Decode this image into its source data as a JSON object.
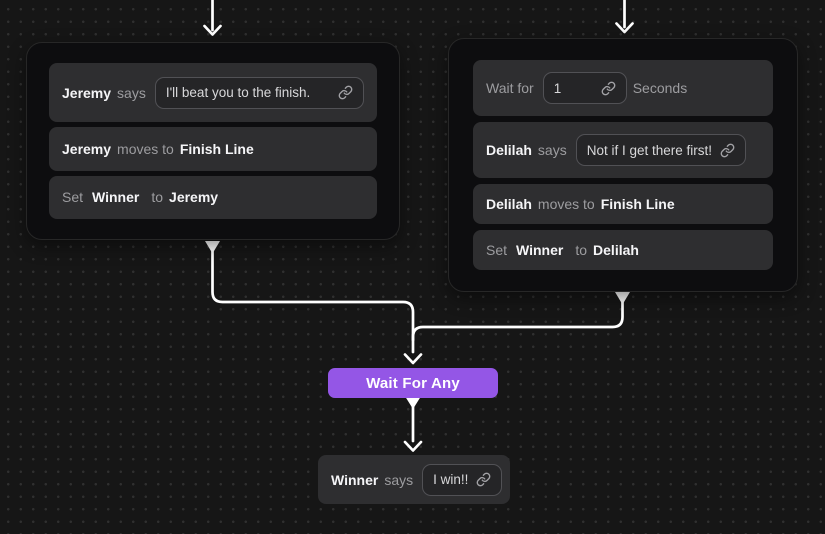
{
  "colors": {
    "accent_purple": "#9456e6",
    "wire": "#ffffff",
    "canvas_bg": "#161616",
    "block_bg": "#0d0d0f",
    "row_bg": "#2e2e30"
  },
  "left_block": {
    "say_row": {
      "actor": "Jeremy",
      "verb": "says",
      "value": "I'll beat you to the finish."
    },
    "move_row": {
      "actor": "Jeremy",
      "verb": "moves to",
      "target": "Finish Line"
    },
    "set_row": {
      "set_label": "Set",
      "variable": "Winner",
      "to_label": "to",
      "value": "Jeremy"
    }
  },
  "right_block": {
    "wait_row": {
      "prefix": "Wait for",
      "value": "1",
      "suffix": "Seconds"
    },
    "say_row": {
      "actor": "Delilah",
      "verb": "says",
      "value": "Not if I get there first!"
    },
    "move_row": {
      "actor": "Delilah",
      "verb": "moves to",
      "target": "Finish Line"
    },
    "set_row": {
      "set_label": "Set",
      "variable": "Winner",
      "to_label": "to",
      "value": "Delilah"
    }
  },
  "wait_node": {
    "label": "Wait For Any"
  },
  "winner_node": {
    "actor": "Winner",
    "verb": "says",
    "value": "I win!!"
  }
}
